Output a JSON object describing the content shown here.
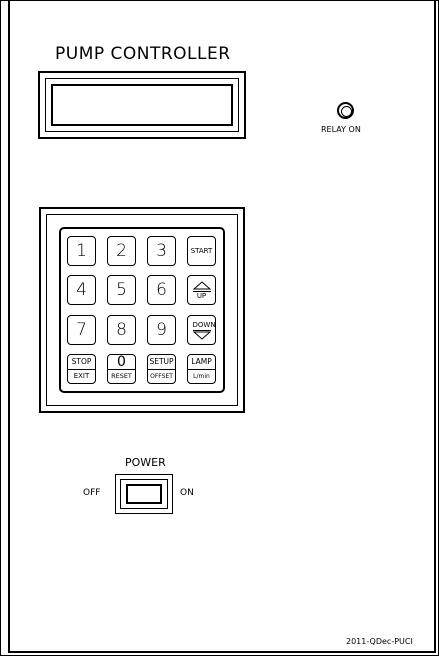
{
  "title": "PUMP CONTROLLER",
  "relay_indicator": {
    "label": "RELAY ON"
  },
  "keypad": {
    "row1": [
      "1",
      "2",
      "3",
      "START"
    ],
    "row2": [
      "4",
      "5",
      "6",
      "UP"
    ],
    "row3": [
      "7",
      "8",
      "9",
      "DOWN"
    ],
    "row4": [
      {
        "top": "STOP",
        "bottom": "EXIT"
      },
      {
        "top": "0",
        "bottom": "RESET"
      },
      {
        "top": "SETUP",
        "bottom": "OFFSET"
      },
      {
        "top": "LAMP",
        "bottom": "L/min"
      }
    ]
  },
  "power": {
    "label": "POWER",
    "off_label": "OFF",
    "on_label": "ON"
  },
  "part_number": "2011-QDec-PUCI"
}
